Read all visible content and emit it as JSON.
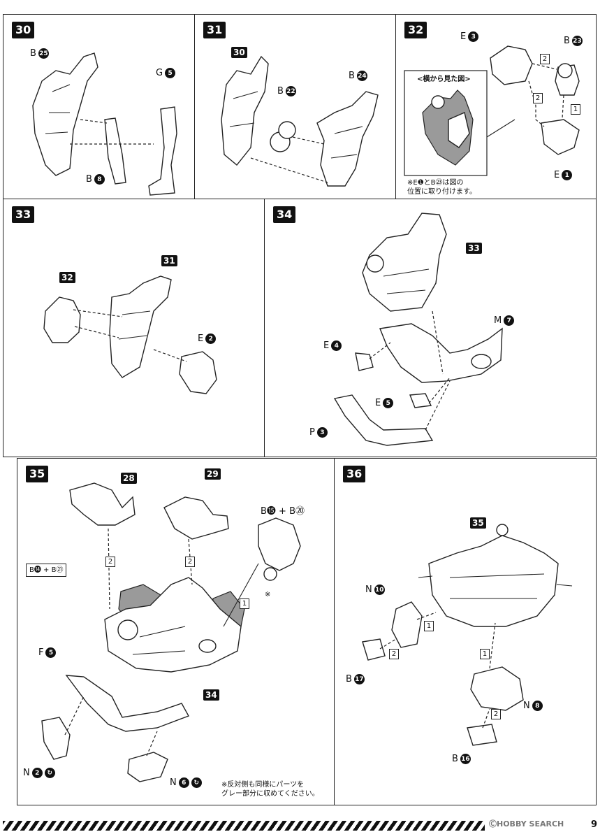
{
  "steps": {
    "s30": {
      "num": "30",
      "labels": {
        "b25_letter": "B",
        "b25_num": "25",
        "g5_letter": "G",
        "g5_num": "5",
        "b8_letter": "B",
        "b8_num": "8"
      }
    },
    "s31": {
      "num": "31",
      "ref": "30",
      "labels": {
        "b22_letter": "B",
        "b22_num": "22",
        "b24_letter": "B",
        "b24_num": "24"
      }
    },
    "s32": {
      "num": "32",
      "labels": {
        "e3_letter": "E",
        "e3_num": "3",
        "b23_letter": "B",
        "b23_num": "23",
        "e1_letter": "E",
        "e1_num": "1"
      },
      "side_view_title": "<横から見た図>",
      "order1": "1",
      "order2a": "2",
      "order2b": "2",
      "note_line1": "※E❶とB㉓は図の",
      "note_line2": "位置に取り付けます。"
    },
    "s33": {
      "num": "33",
      "ref_a": "32",
      "ref_b": "31",
      "labels": {
        "e2_letter": "E",
        "e2_num": "2"
      }
    },
    "s34": {
      "num": "34",
      "ref": "33",
      "labels": {
        "m7_letter": "M",
        "m7_num": "7",
        "e4_letter": "E",
        "e4_num": "4",
        "e5_letter": "E",
        "e5_num": "5",
        "p3_letter": "P",
        "p3_num": "3"
      }
    },
    "s35": {
      "num": "35",
      "ref_a": "28",
      "ref_b": "29",
      "ref_c": "34",
      "b15_b20": "B⓯ + B⑳",
      "b14_b21": "B⓮ + B㉑",
      "labels": {
        "f5_letter": "F",
        "f5_num": "5",
        "n2_letter": "N",
        "n2_num": "2",
        "n6_letter": "N",
        "n6_num": "6"
      },
      "order1": "1",
      "order2a": "2",
      "order2b": "2",
      "asterisk": "※",
      "note_line1": "※反対側も同様にパーツを",
      "note_line2": "グレー部分に収めてください。"
    },
    "s36": {
      "num": "36",
      "ref": "35",
      "labels": {
        "n10_letter": "N",
        "n10_num": "10",
        "b17_letter": "B",
        "b17_num": "17",
        "n8_letter": "N",
        "n8_num": "8",
        "b16_letter": "B",
        "b16_num": "16"
      },
      "order1a": "1",
      "order1b": "1",
      "order2a": "2",
      "order2b": "2"
    }
  },
  "footer": {
    "watermark": "ⒸHOBBY SEARCH",
    "page": "9"
  }
}
